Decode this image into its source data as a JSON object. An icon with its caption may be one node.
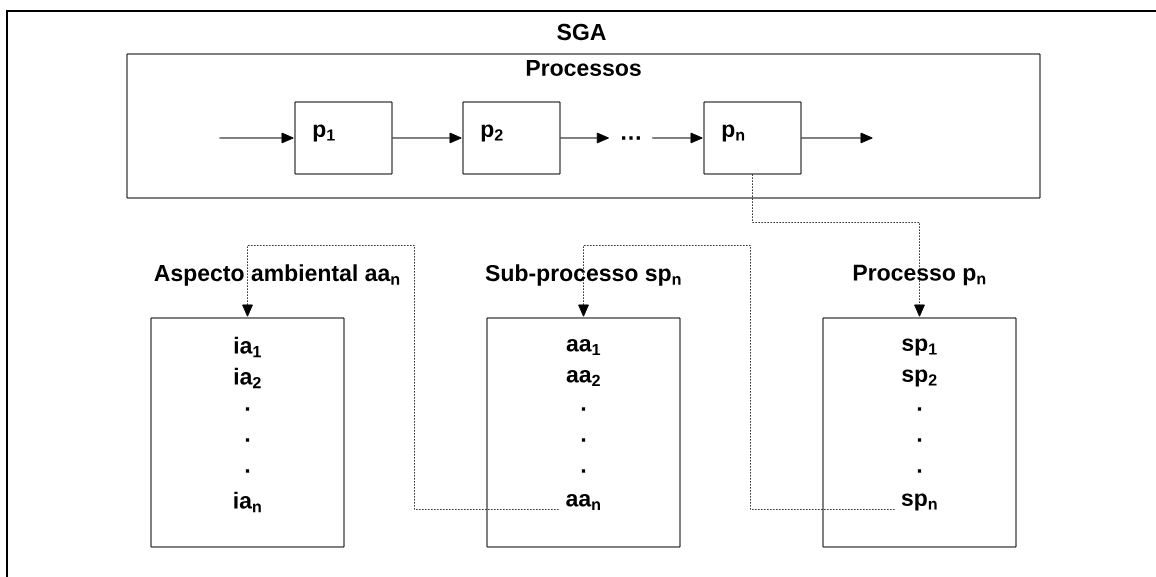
{
  "diagram": {
    "nodes": [
      {
        "text": [
          "SGA"
        ]
      },
      {
        "text": [
          "Processos"
        ],
        "in": 0
      },
      {
        "text": [
          "p$_{1}$"
        ],
        "in": 1
      },
      {
        "text": [
          "p$_{2}$"
        ],
        "in": 1
      },
      {
        "text": [
          "…"
        ],
        "in": 1
      },
      {
        "text": [
          "p$_{n}$"
        ],
        "in": 1
      },
      {
        "text": [
          "Aspecto ambiental aa$_{n}$",
          "ia$_{1}$",
          "ia$_{2}$",
          ".",
          ".",
          ".",
          "ia$_{n}$"
        ],
        "in": 0
      },
      {
        "text": [
          "Sub-processo sp$_{n}$",
          "aa$_{1}$",
          "aa$_{2}$",
          ".",
          ".",
          ".",
          "aa$_{n}$"
        ],
        "in": 0
      },
      {
        "text": [
          "Processo p$_{n}$",
          "sp$_{1}$",
          "sp$_{2}$",
          ".",
          ".",
          ".",
          "sp$_{n}$"
        ],
        "in": 0
      }
    ],
    "edges": [
      {
        "from": null,
        "to": 2,
        "arrow": "to"
      },
      {
        "from": 2,
        "to": 3,
        "arrow": "to"
      },
      {
        "from": 3,
        "to": 4,
        "arrow": "to"
      },
      {
        "from": 4,
        "to": 5,
        "arrow": "to"
      },
      {
        "from": 5,
        "to": null,
        "arrow": "to"
      },
      {
        "from": 5,
        "to": 8,
        "arrow": "to",
        "style": "dashed"
      },
      {
        "from": 8,
        "to": 7,
        "arrow": "to",
        "style": "dashed"
      },
      {
        "from": 7,
        "to": 6,
        "arrow": "to",
        "style": "dashed"
      }
    ]
  }
}
